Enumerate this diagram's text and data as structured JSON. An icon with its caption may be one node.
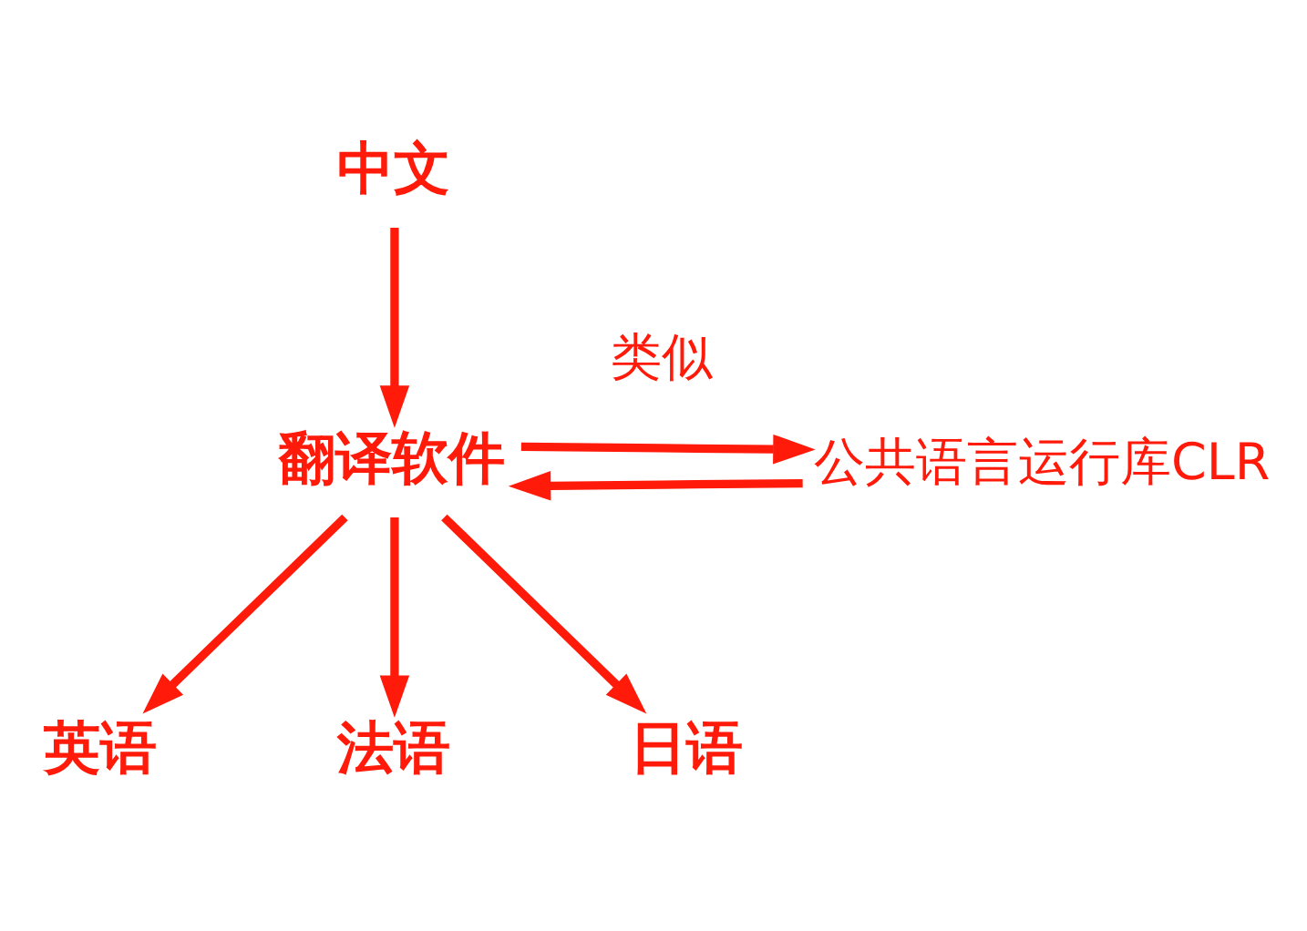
{
  "diagram": {
    "nodes": [
      {
        "text": [
          "中文"
        ]
      },
      {
        "text": [
          "翻译软件"
        ]
      },
      {
        "text": [
          "公共语言运行库CLR"
        ]
      },
      {
        "text": [
          "英语"
        ]
      },
      {
        "text": [
          "法语"
        ]
      },
      {
        "text": [
          "日语"
        ]
      }
    ],
    "edges": [
      {
        "from": 0,
        "to": 1,
        "arrow": "to"
      },
      {
        "from": 1,
        "to": 2,
        "arrow": "to",
        "label": "类似"
      },
      {
        "from": 2,
        "to": 1,
        "arrow": "to"
      },
      {
        "from": 1,
        "to": 3,
        "arrow": "to"
      },
      {
        "from": 1,
        "to": 4,
        "arrow": "to"
      },
      {
        "from": 1,
        "to": 5,
        "arrow": "to"
      }
    ]
  }
}
